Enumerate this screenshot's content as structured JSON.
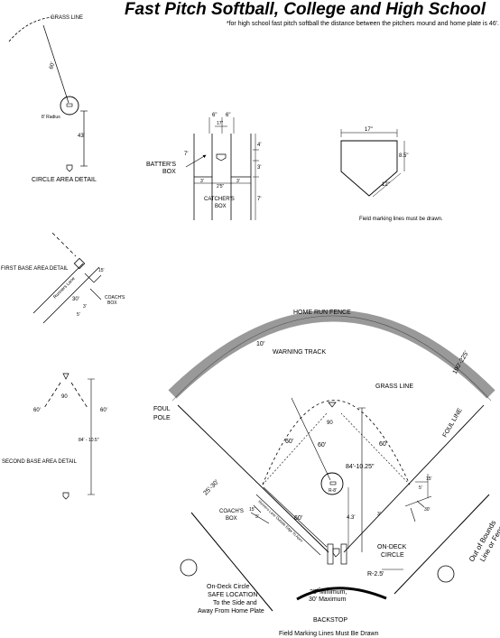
{
  "title": "Fast Pitch Softball, College and High School",
  "subtitle": "*for high school fast pitch softball the distance between the pitchers mound and home plate is 46'.",
  "circle_detail": {
    "grass_line": "GRASS LINE",
    "radius_line": "60'",
    "r_radius": "8' Radius",
    "distance": "43'",
    "caption": "CIRCLE AREA DETAIL"
  },
  "batters_box": {
    "w_left": "6\"",
    "w_right": "6\"",
    "plate_width": "17\"",
    "len_7": "7'",
    "len_4": "4'",
    "len_3": "3'",
    "bottom_left": "3'",
    "bottom_mid": "2'5\"",
    "bottom_right": "3'",
    "catchers_7": "7'",
    "label_batters_1": "BATTER'S",
    "label_batters_2": "BOX",
    "label_catchers_1": "CATCHER'S",
    "label_catchers_2": "BOX"
  },
  "home_plate": {
    "top": "17\"",
    "side": "8.5\"",
    "diag": "12\"",
    "note": "Field marking lines must be drawn."
  },
  "first_base_detail": {
    "caption": "FIRST BASE AREA DETAIL",
    "runners_lane": "Runners Lane",
    "d30": "30'",
    "d3": "3'",
    "d15": "15'",
    "d5": "5'",
    "coach_1": "COACH'S",
    "coach_2": "BOX"
  },
  "second_base_detail": {
    "caption": "SECOND BASE AREA DETAIL",
    "d60a": "60'",
    "d60b": "60'",
    "angle": "90",
    "dist": "84' - 10.5\""
  },
  "field": {
    "home_run_fence": "HOME RUN FENCE",
    "warning_track_w": "10'",
    "warning_track": "WARNING TRACK",
    "fence_dist": "190'-225'",
    "grass_line": "GRASS LINE",
    "foul_pole_1": "FOUL",
    "foul_pole_2": "POLE",
    "foul_line": "FOUL LINE",
    "base_60_left": "60'",
    "base_60_right": "60'",
    "second_angle": "90",
    "mound_60": "60'",
    "diag_84": "84'-10.25\"",
    "mound_r": "R-8'",
    "left_25_30": "25'-30'",
    "coach_1": "COACH'S",
    "coach_2": "BOX",
    "c15": "15'",
    "c3": "3'",
    "lane_60": "60'",
    "lane_text": "Runners Lane Outside Edge To Apex",
    "d43": "4.3'",
    "d3r": "3'",
    "d5r": "5'",
    "d15r": "15'",
    "d30r": "30'",
    "ondeck_1": "ON-DECK",
    "ondeck_2": "CIRCLE",
    "r25": "R-2.5'",
    "oob_1": "Out of Bounds",
    "oob_2": "Line or Fence",
    "back_1": "25' Minimum,",
    "back_2": "30' Maximum",
    "backstop": "BACKSTOP",
    "safe_1": "On-Deck Circle",
    "safe_2": "SAFE LOCATION",
    "safe_3": "To the Side and",
    "safe_4": "Away From Home Plate",
    "marking": "Field Marking Lines Must Be Drawn"
  }
}
